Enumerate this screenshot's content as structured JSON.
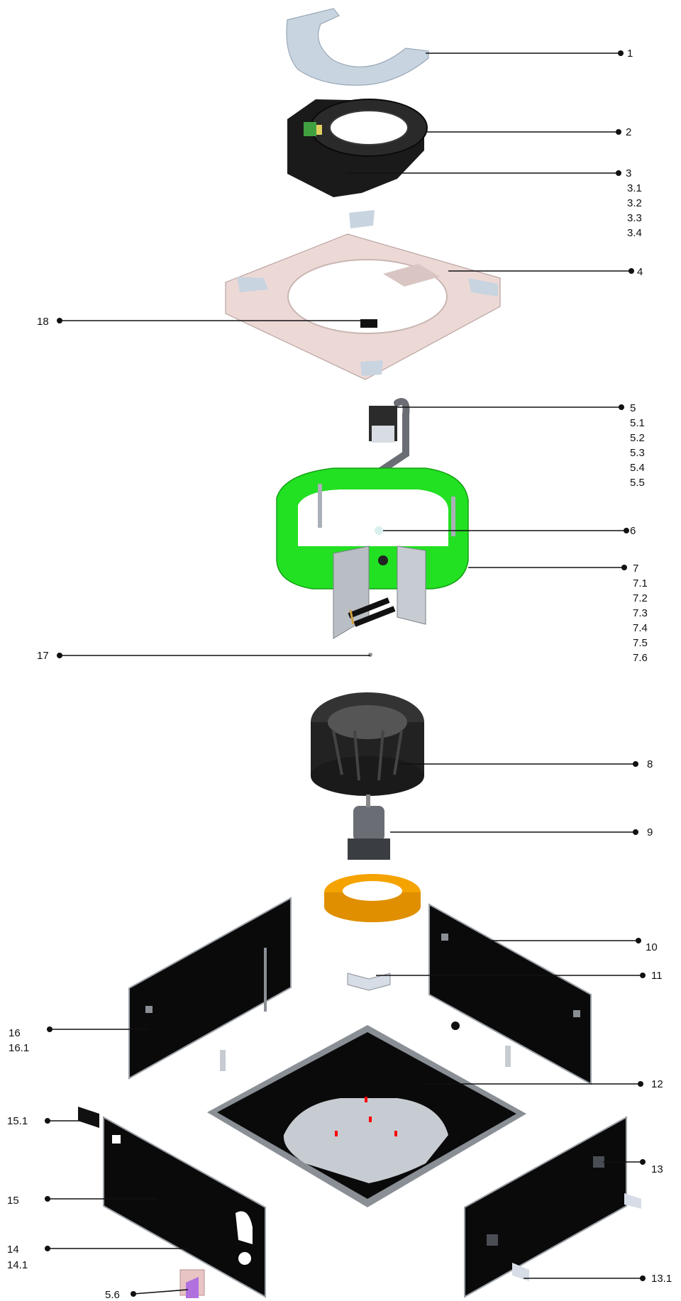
{
  "diagram": {
    "description_labels": [],
    "callouts": [
      {
        "id": "1",
        "lines": [
          "1"
        ]
      },
      {
        "id": "2",
        "lines": [
          "2"
        ]
      },
      {
        "id": "3",
        "lines": [
          "3",
          "3.1",
          "3.2",
          "3.3",
          "3.4"
        ]
      },
      {
        "id": "4",
        "lines": [
          "4"
        ]
      },
      {
        "id": "18",
        "lines": [
          "18"
        ]
      },
      {
        "id": "5",
        "lines": [
          "5",
          "5.1",
          "5.2",
          "5.3",
          "5.4",
          "5.5"
        ]
      },
      {
        "id": "6",
        "lines": [
          "6"
        ]
      },
      {
        "id": "7",
        "lines": [
          "7",
          "7.1",
          "7.2",
          "7.3",
          "7.4",
          "7.5",
          "7.6"
        ]
      },
      {
        "id": "17",
        "lines": [
          "17"
        ]
      },
      {
        "id": "8",
        "lines": [
          "8"
        ]
      },
      {
        "id": "9",
        "lines": [
          "9"
        ]
      },
      {
        "id": "10",
        "lines": [
          "10"
        ]
      },
      {
        "id": "11",
        "lines": [
          "11"
        ]
      },
      {
        "id": "16",
        "lines": [
          "16",
          "16.1"
        ]
      },
      {
        "id": "12",
        "lines": [
          "12"
        ]
      },
      {
        "id": "15.1",
        "lines": [
          "15.1"
        ]
      },
      {
        "id": "13",
        "lines": [
          "13"
        ]
      },
      {
        "id": "15",
        "lines": [
          "15"
        ]
      },
      {
        "id": "14",
        "lines": [
          "14",
          "14.1"
        ]
      },
      {
        "id": "13.1",
        "lines": [
          "13.1"
        ]
      },
      {
        "id": "5.6",
        "lines": [
          "5.6"
        ]
      }
    ],
    "colors": {
      "plate": "#c8d4e0",
      "housing": "#1a1a1a",
      "frame": "#ecd9d6",
      "coil": "#22e022",
      "wheel": "#222222",
      "ring": "#f5a300",
      "panel": "#0a0a0a",
      "base_edge": "#8a8f96",
      "base_plate": "#c7ccd2",
      "accent_red": "#ff0000",
      "bracket": "#d7dde6",
      "pink_part": "#e8c4c4",
      "purple_part": "#b070e0"
    }
  }
}
